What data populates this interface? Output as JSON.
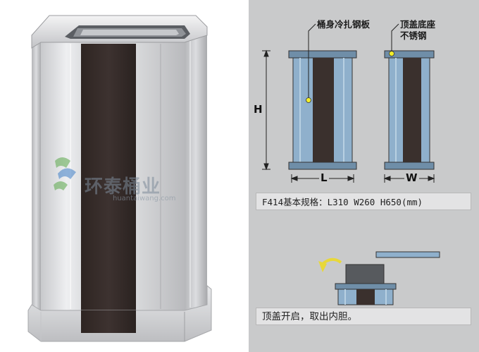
{
  "product": {
    "watermark_cn": "环泰桶业",
    "watermark_url": "huantaiwang.com"
  },
  "diagram": {
    "callout_body": "桶身冷扎钢板",
    "callout_top_line1": "顶盖底座",
    "callout_top_line2": "不锈钢",
    "dim_h": "H",
    "dim_l": "L",
    "dim_w": "W",
    "spec_text": "F414基本规格：L310  W260  H650(mm)",
    "open_text": "顶盖开启，取出内胆。"
  },
  "colors": {
    "panel_bg": "#c9cacb",
    "steel_blue": "#8fb0cc",
    "dark_band": "#3a302d",
    "callout_dot": "#f2ee2a"
  }
}
